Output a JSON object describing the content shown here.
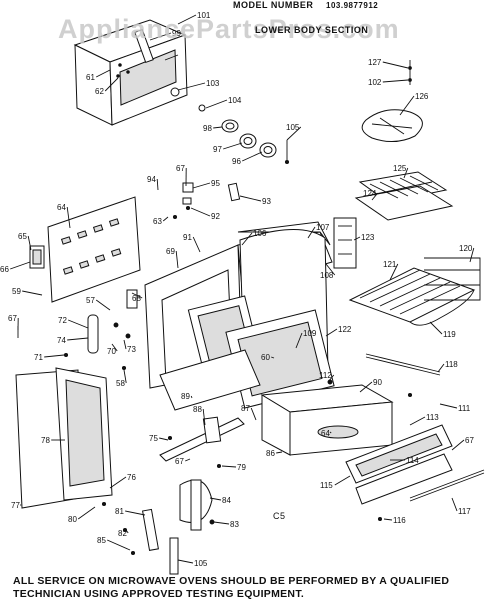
{
  "watermark": "AppliancePartsPros.com",
  "header": {
    "model_label": "MODEL NUMBER",
    "model_number": "103.9877912",
    "section_title": "LOWER BODY SECTION"
  },
  "figure_code": "C5",
  "footer": {
    "line1": "ALL SERVICE ON MICROWAVE OVENS SHOULD BE PERFORMED BY A QUALIFIED",
    "line2": "TECHNICIAN USING APPROVED TESTING EQUIPMENT."
  },
  "part_labels": [
    "101",
    "99",
    "61",
    "62",
    "103",
    "104",
    "98",
    "97",
    "96",
    "105",
    "127",
    "102",
    "126",
    "125",
    "124",
    "123",
    "107",
    "106",
    "108",
    "67",
    "95",
    "94",
    "93",
    "92",
    "63",
    "64",
    "65",
    "66",
    "59",
    "91",
    "69",
    "68",
    "57",
    "67",
    "72",
    "70",
    "73",
    "74",
    "71",
    "58",
    "109",
    "60",
    "122",
    "121",
    "120",
    "119",
    "118",
    "111",
    "112",
    "90",
    "89",
    "88",
    "87",
    "64",
    "86",
    "79",
    "67",
    "75",
    "78",
    "76",
    "77",
    "80",
    "81",
    "82",
    "85",
    "84",
    "83",
    "105",
    "113",
    "114",
    "115",
    "116",
    "117",
    "67"
  ]
}
